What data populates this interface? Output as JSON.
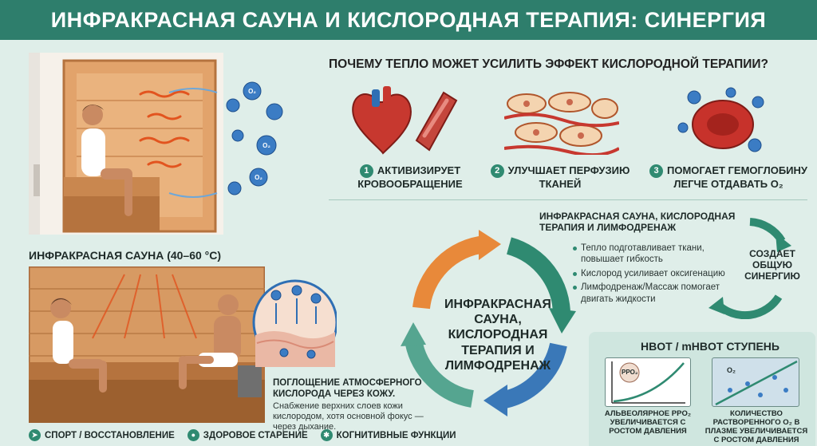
{
  "header": {
    "title": "ИНФРАКРАСНАЯ САУНА И КИСЛОРОДНАЯ ТЕРАПИЯ: СИНЕРГИЯ"
  },
  "question": {
    "title": "ПОЧЕМУ ТЕПЛО МОЖЕТ УСИЛИТЬ ЭФФЕКТ КИСЛОРОДНОЙ ТЕРАПИИ?"
  },
  "benefits": [
    {
      "num": "1",
      "label": "АКТИВИЗИРУЕТ КРОВООБРАЩЕНИЕ"
    },
    {
      "num": "2",
      "label": "УЛУЧШАЕТ ПЕРФУЗИЮ ТКАНЕЙ"
    },
    {
      "num": "3",
      "label": "ПОМОГАЕТ ГЕМОГЛОБИНУ ЛЕГЧЕ ОТДАВАТЬ O₂"
    }
  ],
  "oxygen_label": "O₂",
  "sauna": {
    "title": "ИНФРАКРАСНАЯ САУНА (40–60 °C)"
  },
  "synergy": {
    "title": "ИНФРАКРАСНАЯ САУНА, КИСЛОРОДНАЯ ТЕРАПИЯ И ЛИМФОДРЕНАЖ",
    "items": [
      "Тепло подготавливает ткани, повышает гибкость",
      "Кислород усиливает оксигенацию",
      "Лимфодренаж/Массаж помогает двигать жидкости"
    ],
    "side_label": "СОЗДАЕТ ОБЩУЮ СИНЕРГИЮ"
  },
  "cycle": {
    "center": "ИНФРАКРАСНАЯ САУНА, КИСЛОРОДНАЯ ТЕРАПИЯ И ЛИМФОДРЕНАЖ"
  },
  "absorb": {
    "title": "ПОГЛОЩЕНИЕ АТМОСФЕРНОГО КИСЛОРОДА ЧЕРЕЗ КОЖУ.",
    "text": "Снабжение верхних слоев кожи кислородом, хотя основной фокус — через дыхание."
  },
  "hbot": {
    "title": "HBOT / mHBOT СТУПЕНЬ",
    "chart1_label": "PPO₂",
    "chart1_caption": "АЛЬВЕОЛЯРНОЕ PPO₂ УВЕЛИЧИВАЕТСЯ С РОСТОМ ДАВЛЕНИЯ",
    "chart2_label": "O₂",
    "chart2_caption": "КОЛИЧЕСТВО РАСТВОРЕННОГО O₂ В ПЛАЗМЕ УВЕЛИЧИВАЕТСЯ С РОСТОМ ДАВЛЕНИЯ"
  },
  "footer": [
    {
      "icon": "runner-icon",
      "label": "СПОРТ / ВОССТАНОВЛЕНИЕ"
    },
    {
      "icon": "person-icon",
      "label": "ЗДОРОВОЕ СТАРЕНИЕ"
    },
    {
      "icon": "brain-icon",
      "label": "КОГНИТИВНЫЕ ФУНКЦИИ"
    }
  ],
  "colors": {
    "header": "#2e7e6c",
    "background": "#dfeee9",
    "accent_green": "#2f8a71",
    "accent_orange": "#e8893a",
    "oxygen_blue": "#2f6fb4",
    "wood": "#d9a06a"
  }
}
